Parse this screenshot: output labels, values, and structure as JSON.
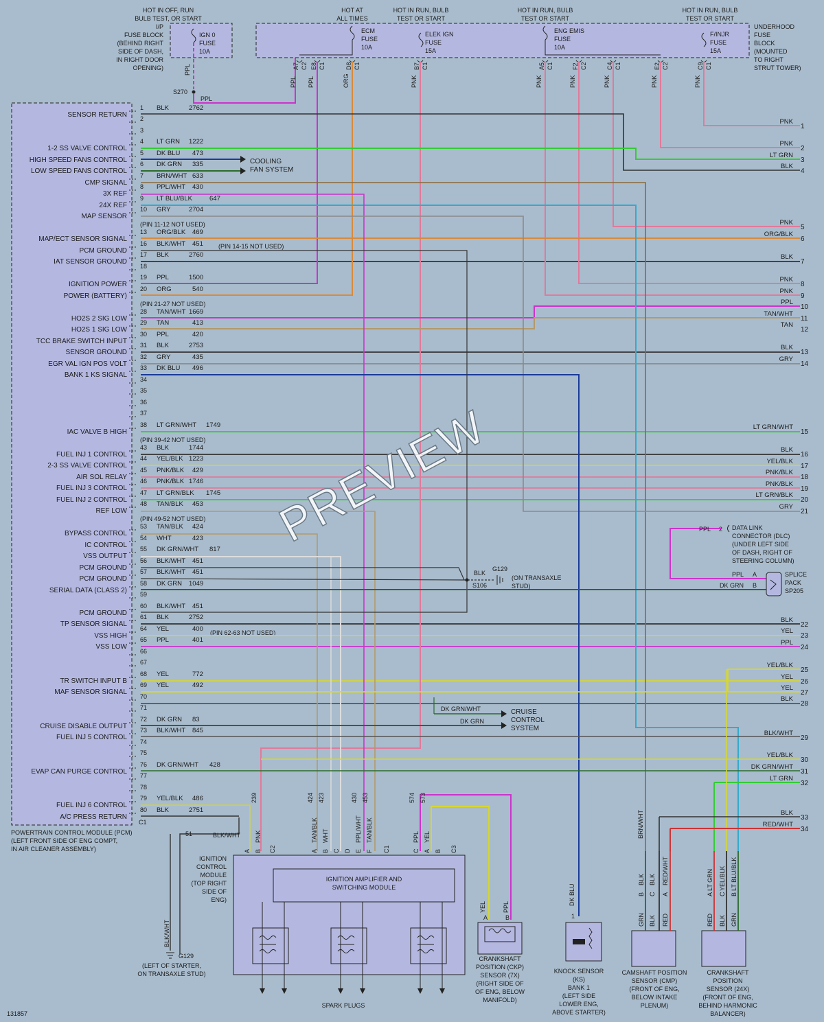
{
  "watermark": "PREVIEW",
  "doc_id": "131857",
  "pcm": {
    "title_lines": [
      "POWERTRAIN CONTROL MODULE (PCM)",
      "(LEFT FRONT SIDE OF ENG COMPT,",
      "IN AIR CLEANER ASSEMBLY)"
    ],
    "connector": "C1"
  },
  "fuse_left": {
    "header": [
      "HOT IN OFF, RUN",
      "BULB TEST, OR START"
    ],
    "block": [
      "I/P",
      "FUSE BLOCK",
      "(BEHIND RIGHT",
      "SIDE OF DASH,",
      "IN RIGHT DOOR",
      "OPENING)"
    ],
    "fuse": [
      "IGN 0",
      "FUSE",
      "10A"
    ],
    "wire": "PPL",
    "splice": "S270",
    "splice_wire": "PPL"
  },
  "fuse_right": {
    "block": [
      "UNDERHOOD",
      "FUSE",
      "BLOCK",
      "(MOUNTED",
      "TO RIGHT",
      "STRUT TOWER)"
    ],
    "headers": [
      [
        "HOT AT",
        "ALL TIMES"
      ],
      [
        "HOT IN RUN, BULB",
        "TEST OR START"
      ],
      [
        "HOT IN RUN, BULB",
        "TEST OR START"
      ],
      [
        "HOT IN RUN, BULB",
        "TEST OR START"
      ]
    ],
    "fuses": [
      [
        "ECM",
        "FUSE",
        "10A"
      ],
      [
        "ELEK IGN",
        "FUSE",
        "15A"
      ],
      [
        "ENG EMIS",
        "FUSE",
        "10A"
      ],
      [
        "F/INJR",
        "FUSE",
        "15A"
      ]
    ],
    "terminals": [
      {
        "pin": "A7",
        "conn": "C2",
        "wire": "PPL"
      },
      {
        "pin": "E8",
        "conn": "C1",
        "wire": "PPL"
      },
      {
        "pin": "D8",
        "conn": "C1",
        "wire": "ORG"
      },
      {
        "pin": "B7",
        "conn": "C1",
        "wire": "PNK"
      },
      {
        "pin": "A5",
        "conn": "C1",
        "wire": "PNK"
      },
      {
        "pin": "F2",
        "conn": "C2",
        "wire": "PNK"
      },
      {
        "pin": "C4",
        "conn": "C1",
        "wire": "PNK"
      },
      {
        "pin": "E2",
        "conn": "C2",
        "wire": "PNK"
      },
      {
        "pin": "C9",
        "conn": "C1",
        "wire": "PNK"
      }
    ]
  },
  "pins": [
    {
      "n": "1",
      "label": "SENSOR RETURN",
      "color": "BLK",
      "circuit": "2762"
    },
    {
      "n": "2",
      "label": "",
      "color": "",
      "circuit": ""
    },
    {
      "n": "3",
      "label": "",
      "color": "",
      "circuit": ""
    },
    {
      "n": "4",
      "label": "1-2 SS VALVE CONTROL",
      "color": "LT GRN",
      "circuit": "1222"
    },
    {
      "n": "5",
      "label": "HIGH SPEED FANS CONTROL",
      "color": "DK BLU",
      "circuit": "473"
    },
    {
      "n": "6",
      "label": "LOW SPEED FANS CONTROL",
      "color": "DK GRN",
      "circuit": "335"
    },
    {
      "n": "7",
      "label": "CMP SIGNAL",
      "color": "BRN/WHT",
      "circuit": "633"
    },
    {
      "n": "8",
      "label": "3X REF",
      "color": "PPL/WHT",
      "circuit": "430"
    },
    {
      "n": "9",
      "label": "24X REF",
      "color": "LT BLU/BLK",
      "circuit": "647"
    },
    {
      "n": "10",
      "label": "MAP SENSOR",
      "color": "GRY",
      "circuit": "2704"
    },
    {
      "n": "13",
      "label": "MAP/ECT SENSOR SIGNAL",
      "color": "ORG/BLK",
      "circuit": "469"
    },
    {
      "n": "16",
      "label": "PCM GROUND",
      "color": "BLK/WHT",
      "circuit": "451"
    },
    {
      "n": "17",
      "label": "IAT SENSOR GROUND",
      "color": "BLK",
      "circuit": "2760"
    },
    {
      "n": "18",
      "label": "",
      "color": "",
      "circuit": ""
    },
    {
      "n": "19",
      "label": "IGNITION POWER",
      "color": "PPL",
      "circuit": "1500"
    },
    {
      "n": "20",
      "label": "POWER (BATTERY)",
      "color": "ORG",
      "circuit": "540"
    },
    {
      "n": "28",
      "label": "HO2S 2 SIG LOW",
      "color": "TAN/WHT",
      "circuit": "1669"
    },
    {
      "n": "29",
      "label": "HO2S 1 SIG LOW",
      "color": "TAN",
      "circuit": "413"
    },
    {
      "n": "30",
      "label": "TCC BRAKE SWITCH INPUT",
      "color": "PPL",
      "circuit": "420"
    },
    {
      "n": "31",
      "label": "SENSOR GROUND",
      "color": "BLK",
      "circuit": "2753"
    },
    {
      "n": "32",
      "label": "EGR VAL IGN POS VOLT",
      "color": "GRY",
      "circuit": "435"
    },
    {
      "n": "33",
      "label": "BANK 1 KS SIGNAL",
      "color": "DK BLU",
      "circuit": "496"
    },
    {
      "n": "34",
      "label": "",
      "color": "",
      "circuit": ""
    },
    {
      "n": "35",
      "label": "",
      "color": "",
      "circuit": ""
    },
    {
      "n": "36",
      "label": "",
      "color": "",
      "circuit": ""
    },
    {
      "n": "37",
      "label": "",
      "color": "",
      "circuit": ""
    },
    {
      "n": "38",
      "label": "IAC VALVE B HIGH",
      "color": "LT GRN/WHT",
      "circuit": "1749"
    },
    {
      "n": "43",
      "label": "FUEL INJ 1 CONTROL",
      "color": "BLK",
      "circuit": "1744"
    },
    {
      "n": "44",
      "label": "2-3 SS VALVE CONTROL",
      "color": "YEL/BLK",
      "circuit": "1223"
    },
    {
      "n": "45",
      "label": "AIR SOL RELAY",
      "color": "PNK/BLK",
      "circuit": "429"
    },
    {
      "n": "46",
      "label": "FUEL INJ 3 CONTROL",
      "color": "PNK/BLK",
      "circuit": "1746"
    },
    {
      "n": "47",
      "label": "FUEL INJ 2 CONTROL",
      "color": "LT GRN/BLK",
      "circuit": "1745"
    },
    {
      "n": "48",
      "label": "REF LOW",
      "color": "TAN/BLK",
      "circuit": "453"
    },
    {
      "n": "53",
      "label": "BYPASS CONTROL",
      "color": "TAN/BLK",
      "circuit": "424"
    },
    {
      "n": "54",
      "label": "IC CONTROL",
      "color": "WHT",
      "circuit": "423"
    },
    {
      "n": "55",
      "label": "VSS OUTPUT",
      "color": "DK GRN/WHT",
      "circuit": "817"
    },
    {
      "n": "56",
      "label": "PCM GROUND",
      "color": "BLK/WHT",
      "circuit": "451"
    },
    {
      "n": "57",
      "label": "PCM GROUND",
      "color": "BLK/WHT",
      "circuit": "451"
    },
    {
      "n": "58",
      "label": "SERIAL DATA (CLASS 2)",
      "color": "DK GRN",
      "circuit": "1049"
    },
    {
      "n": "59",
      "label": "",
      "color": "",
      "circuit": ""
    },
    {
      "n": "60",
      "label": "PCM GROUND",
      "color": "BLK/WHT",
      "circuit": "451"
    },
    {
      "n": "61",
      "label": "TP SENSOR SIGNAL",
      "color": "BLK",
      "circuit": "2752"
    },
    {
      "n": "64",
      "label": "VSS HIGH",
      "color": "YEL",
      "circuit": "400"
    },
    {
      "n": "65",
      "label": "VSS LOW",
      "color": "PPL",
      "circuit": "401"
    },
    {
      "n": "66",
      "label": "",
      "color": "",
      "circuit": ""
    },
    {
      "n": "67",
      "label": "",
      "color": "",
      "circuit": ""
    },
    {
      "n": "68",
      "label": "TR SWITCH INPUT B",
      "color": "YEL",
      "circuit": "772"
    },
    {
      "n": "69",
      "label": "MAF SENSOR SIGNAL",
      "color": "YEL",
      "circuit": "492"
    },
    {
      "n": "70",
      "label": "",
      "color": "",
      "circuit": ""
    },
    {
      "n": "71",
      "label": "",
      "color": "",
      "circuit": ""
    },
    {
      "n": "72",
      "label": "CRUISE DISABLE OUTPUT",
      "color": "DK GRN",
      "circuit": "83"
    },
    {
      "n": "73",
      "label": "FUEL INJ 5 CONTROL",
      "color": "BLK/WHT",
      "circuit": "845"
    },
    {
      "n": "74",
      "label": "",
      "color": "",
      "circuit": ""
    },
    {
      "n": "75",
      "label": "",
      "color": "",
      "circuit": ""
    },
    {
      "n": "76",
      "label": "EVAP CAN PURGE CONTROL",
      "color": "DK GRN/WHT",
      "circuit": "428"
    },
    {
      "n": "77",
      "label": "",
      "color": "",
      "circuit": ""
    },
    {
      "n": "78",
      "label": "",
      "color": "",
      "circuit": ""
    },
    {
      "n": "79",
      "label": "FUEL INJ 6 CONTROL",
      "color": "YEL/BLK",
      "circuit": "486"
    },
    {
      "n": "80",
      "label": "A/C PRESS RETURN",
      "color": "BLK",
      "circuit": "2751"
    }
  ],
  "not_used_notes": [
    "(PIN 11-12 NOT USED)",
    "(PIN 14-15 NOT USED)",
    "(PIN 21-27 NOT USED)",
    "(PIN 39-42 NOT USED)",
    "(PIN 49-52 NOT USED)",
    "(PIN 62-63 NOT USED)"
  ],
  "right_terminals": [
    {
      "n": "1",
      "label": "PNK"
    },
    {
      "n": "2",
      "label": "PNK"
    },
    {
      "n": "3",
      "label": "LT GRN"
    },
    {
      "n": "4",
      "label": "BLK"
    },
    {
      "n": "5",
      "label": "PNK"
    },
    {
      "n": "6",
      "label": "ORG/BLK"
    },
    {
      "n": "7",
      "label": "BLK"
    },
    {
      "n": "8",
      "label": "PNK"
    },
    {
      "n": "9",
      "label": "PNK"
    },
    {
      "n": "10",
      "label": "PPL"
    },
    {
      "n": "11",
      "label": "TAN/WHT"
    },
    {
      "n": "12",
      "label": "TAN"
    },
    {
      "n": "13",
      "label": "BLK"
    },
    {
      "n": "14",
      "label": "GRY"
    },
    {
      "n": "15",
      "label": "LT GRN/WHT"
    },
    {
      "n": "16",
      "label": "BLK"
    },
    {
      "n": "17",
      "label": "YEL/BLK"
    },
    {
      "n": "18",
      "label": "PNK/BLK"
    },
    {
      "n": "19",
      "label": "PNK/BLK"
    },
    {
      "n": "20",
      "label": "LT GRN/BLK"
    },
    {
      "n": "21",
      "label": "GRY"
    },
    {
      "n": "22",
      "label": "BLK"
    },
    {
      "n": "23",
      "label": "YEL"
    },
    {
      "n": "24",
      "label": "PPL"
    },
    {
      "n": "25",
      "label": "YEL/BLK"
    },
    {
      "n": "26",
      "label": "YEL"
    },
    {
      "n": "27",
      "label": "YEL"
    },
    {
      "n": "28",
      "label": "BLK"
    },
    {
      "n": "29",
      "label": "BLK/WHT"
    },
    {
      "n": "30",
      "label": "YEL/BLK"
    },
    {
      "n": "31",
      "label": "DK GRN/WHT"
    },
    {
      "n": "32",
      "label": "LT GRN"
    },
    {
      "n": "33",
      "label": "BLK"
    },
    {
      "n": "34",
      "label": "RED/WHT"
    }
  ],
  "cooling": [
    "COOLING",
    "FAN SYSTEM"
  ],
  "cruise": {
    "lines": [
      "CRUISE",
      "CONTROL",
      "SYSTEM"
    ],
    "wire1": "DK GRN/WHT",
    "wire2": "DK GRN"
  },
  "ground_s106": {
    "wire": "BLK",
    "ground": "G129",
    "splice": "S106",
    "note": [
      "(ON TRANSAXLE",
      "STUD)"
    ]
  },
  "dlc": {
    "wire": "PPL",
    "pin": "2",
    "lines": [
      "DATA LINK",
      "CONNECTOR (DLC)",
      "(UNDER LEFT SIDE",
      "OF DASH, RIGHT OF",
      "STEERING COLUMN)"
    ]
  },
  "splice_pack": {
    "lines": [
      "SPLICE",
      "PACK",
      "SP205"
    ],
    "wire_a": "PPL",
    "pin_a": "A",
    "wire_b": "DK GRN",
    "pin_b": "B"
  },
  "ignition_module": {
    "name": [
      "IGNITION",
      "CONTROL",
      "MODULE",
      "(TOP RIGHT",
      "SIDE OF",
      "ENG)"
    ],
    "inner": [
      "IGNITION AMPLIFIER AND",
      "SWITCHING MODULE"
    ],
    "bottom": "SPARK PLUGS",
    "conn_c2": {
      "pins": [
        "A",
        "B"
      ],
      "conn": "C2",
      "wires": [
        "",
        "PNK"
      ],
      "circuits": [
        "",
        "239"
      ]
    },
    "conn_c1": {
      "pins": [
        "A",
        "B",
        "C",
        "D",
        "E",
        "F"
      ],
      "conn": "C1",
      "wires": [
        "TAN/BLK",
        "WHT",
        "",
        "",
        "PPL/WHT",
        "TAN/BLK"
      ],
      "circuits": [
        "424",
        "423",
        "",
        "",
        "430",
        "453"
      ]
    },
    "conn_c3": {
      "pins": [
        "C",
        "A",
        "B"
      ],
      "conn": "C3",
      "wires": [
        "PPL",
        "YEL",
        ""
      ],
      "circuits": [
        "574",
        "573",
        ""
      ]
    },
    "gnd_circuit": "51",
    "gnd_wire": "BLK/WHT",
    "gnd_wire2": "BLK/WHT",
    "gnd_label": "G129",
    "gnd_note": [
      "(LEFT OF STARTER,",
      "ON TRANSAXLE STUD)"
    ]
  },
  "ckp7x": {
    "name": [
      "CRANKSHAFT",
      "POSITION (CKP)",
      "SENSOR (7X)",
      "(RIGHT SIDE OF",
      "OF ENG, BELOW",
      "MANIFOLD)"
    ],
    "pins": [
      "A",
      "B"
    ],
    "wires": [
      "YEL",
      "PPL"
    ]
  },
  "knock": {
    "name": [
      "KNOCK SENSOR",
      "(KS)",
      "BANK 1",
      "(LEFT SIDE",
      "LOWER ENG,",
      "ABOVE STARTER)"
    ],
    "pin": "1",
    "wire": "DK BLU"
  },
  "cmp": {
    "name": [
      "CAMSHAFT POSITION",
      "SENSOR (CMP)",
      "(FRONT OF ENG,",
      "BELOW INTAKE",
      "PLENUM)"
    ],
    "top_wire": "BRN/WHT",
    "pins": [
      "B",
      "C",
      "A"
    ],
    "wires_top": [
      "BLK",
      "BLK",
      "RED/WHT"
    ],
    "wires_bot": [
      "GRN",
      "BLK",
      "RED"
    ]
  },
  "ckp24x": {
    "name": [
      "CRANKSHAFT",
      "POSITION",
      "SENSOR (24X)",
      "(FRONT OF ENG,",
      "BEHIND HARMONIC",
      "BALANCER)"
    ],
    "pins": [
      "A",
      "C",
      "B"
    ],
    "wires_top": [
      "LT GRN",
      "YEL/BLK",
      "LT BLU/BLK"
    ],
    "wires_bot": [
      "RED",
      "BLK",
      "GRN"
    ]
  },
  "colors": {
    "PPL": "#cc33cc",
    "ORG": "#d88a3a",
    "PNK": "#e07a9a",
    "LTGRN": "#33cc33",
    "DKBLU": "#1a3a99",
    "DKGRN": "#2a6a2a",
    "BLK": "#333333",
    "GRY": "#8a8a8a",
    "BRN": "#8a6a3a",
    "TAN": "#b39a6a",
    "YEL": "#d6d633",
    "LTBLU": "#33aacc",
    "RED": "#cc3333",
    "WHT": "#dddddd",
    "BOX": "#b4b8e0"
  }
}
